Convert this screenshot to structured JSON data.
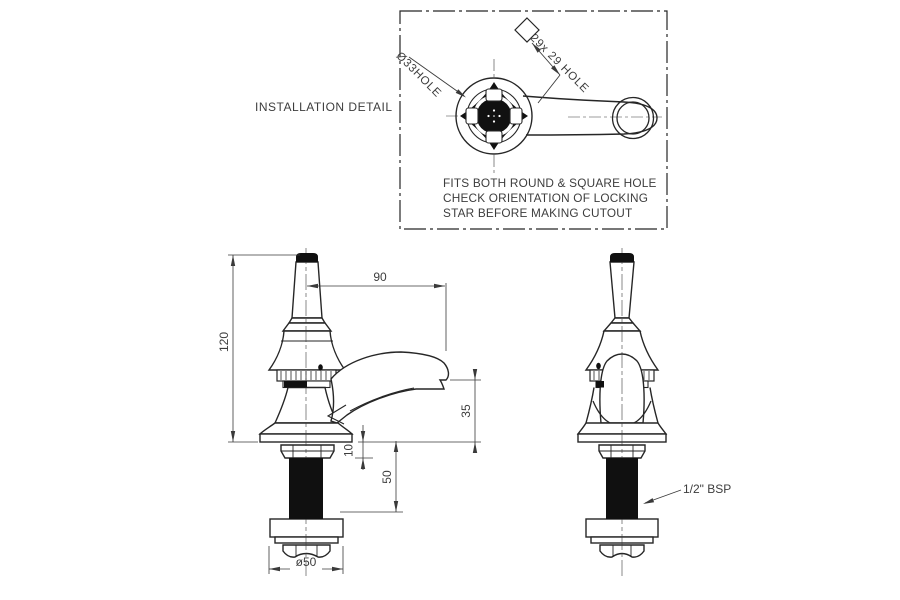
{
  "drawing": {
    "title": "INSTALLATION DETAIL",
    "detail_box": {
      "round_hole_label": "Ø33HOLE",
      "square_hole_label": "29x 29 HOLE",
      "note_lines": {
        "line1": "FITS BOTH ROUND & SQUARE HOLE",
        "line2": "CHECK ORIENTATION OF LOCKING",
        "line3": "STAR BEFORE MAKING CUTOUT"
      }
    },
    "dimensions": {
      "overall_height": "120",
      "spout_reach": "90",
      "spout_height": "35",
      "deck_gap": "10",
      "shank_length": "50",
      "base_diameter": "ø50",
      "thread_size": "1/2\" BSP"
    },
    "colors": {
      "line": "#262626",
      "dim_line": "#3a3a3a",
      "text": "#3d3d3d",
      "background": "#ffffff"
    }
  }
}
